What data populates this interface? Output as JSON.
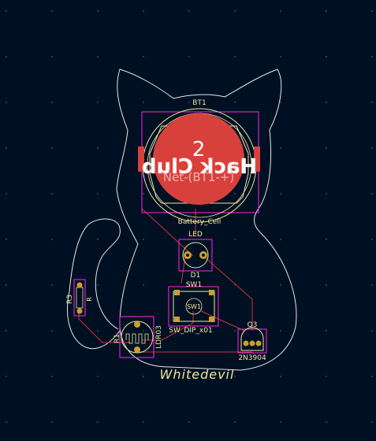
{
  "colors": {
    "background": "#001023",
    "outline": "#e8e8e8",
    "silk": "#f0e8a0",
    "courtyard": "#ff26e2",
    "copper": "#c8a030",
    "track": "#c83434",
    "pad": "#d8403c",
    "pad_text": "#ffffff",
    "logo": "#ffffff",
    "grid_dot": "#4a5868"
  },
  "board": {
    "signature": "Whitedevil"
  },
  "battery": {
    "ref": "BT1",
    "value": "Battery_Cell",
    "pad_number": "2",
    "net_label": "Net-(BT1-+)"
  },
  "logo": {
    "text": "Hack Club",
    "mirrored": true
  },
  "led": {
    "value": "LED",
    "ref": "D1"
  },
  "switch": {
    "ref": "SW1",
    "value": "SW_DIP_x01",
    "body_label": "SW1"
  },
  "resistor": {
    "ref": "R3",
    "value": "R"
  },
  "ldr": {
    "ref": "R1",
    "value": "LDR03"
  },
  "transistor": {
    "ref": "Q3",
    "value": "2N3904"
  }
}
